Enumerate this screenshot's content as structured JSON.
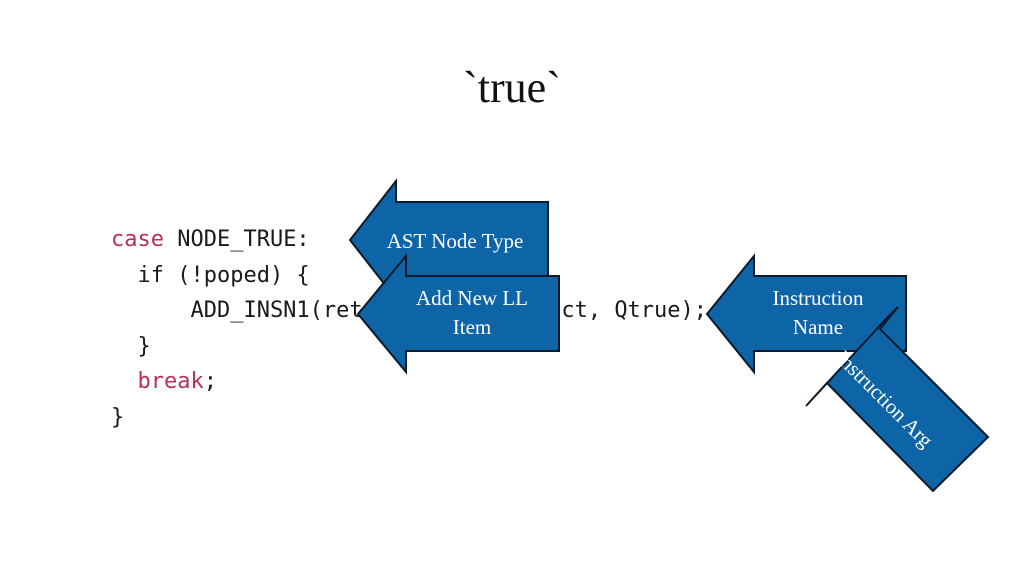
{
  "slide": {
    "title": "`true`"
  },
  "code": {
    "lines": [
      [
        "case",
        " NODE_TRUE:"
      ],
      [
        "  if (!poped) {"
      ],
      [
        "      ADD_INSN1(ret, line, putobject, Qtrue);"
      ],
      [
        "  }"
      ],
      [
        "  ",
        "break",
        ";"
      ],
      [
        "}"
      ]
    ]
  },
  "callouts": {
    "ast_node_type": "AST Node Type",
    "add_new_ll_item_line1": "Add New LL",
    "add_new_ll_item_line2": "Item",
    "instruction_name_line1": "Instruction",
    "instruction_name_line2": "Name",
    "instruction_arg": "Instruction Arg"
  },
  "colors": {
    "callout_fill": "#0d65a8",
    "keyword": "#b5305b"
  }
}
